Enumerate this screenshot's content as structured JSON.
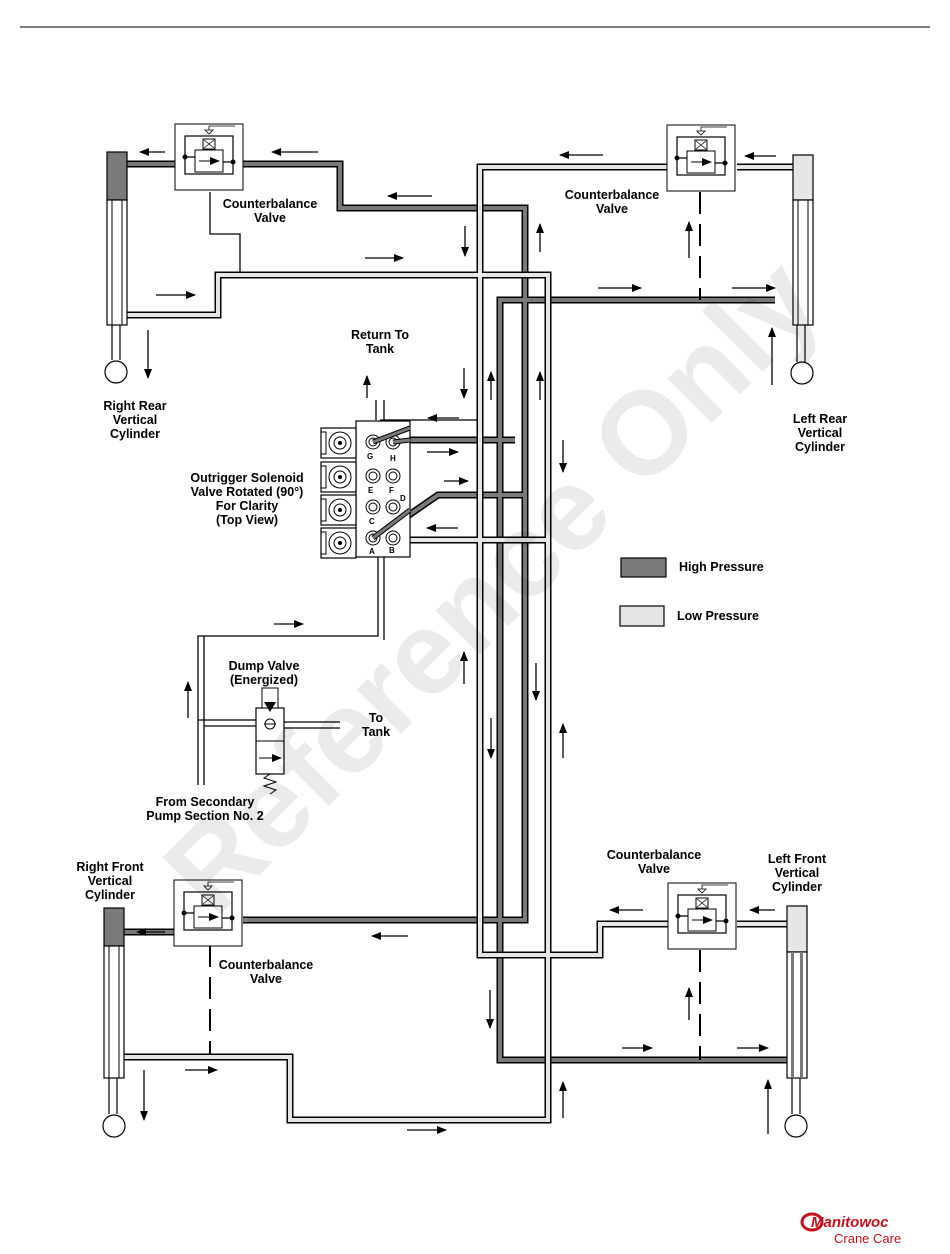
{
  "labels": {
    "cbv_right_rear": "Counterbalance\nValve",
    "cbv_left_rear": "Counterbalance\nValve",
    "cbv_right_front": "Counterbalance\nValve",
    "cbv_left_front": "Counterbalance\nValve",
    "right_rear_cyl": "Right Rear\nVertical\nCylinder",
    "left_rear_cyl": "Left Rear\nVertical\nCylinder",
    "right_front_cyl": "Right Front\nVertical\nCylinder",
    "left_front_cyl": "Left Front\nVertical\nCylinder",
    "return_to_tank": "Return To\nTank",
    "solenoid_valve": "Outrigger Solenoid\nValve Rotated (90°)\nFor Clarity\n(Top View)",
    "dump_valve": "Dump Valve\n(Energized)",
    "to_tank": "To\nTank",
    "from_pump": "From Secondary\nPump Section No. 2"
  },
  "ports": [
    "G",
    "H",
    "E",
    "F",
    "C",
    "D",
    "A",
    "B"
  ],
  "legend": {
    "high": "High Pressure",
    "low": "Low Pressure"
  },
  "colors": {
    "high_pressure": "#7a7a7a",
    "low_pressure": "#e6e6e6",
    "line": "#000000",
    "brand": "#c1121f"
  },
  "watermark": "Reference Only",
  "brand": {
    "name": "Manitowoc",
    "sub": "Crane Care"
  }
}
